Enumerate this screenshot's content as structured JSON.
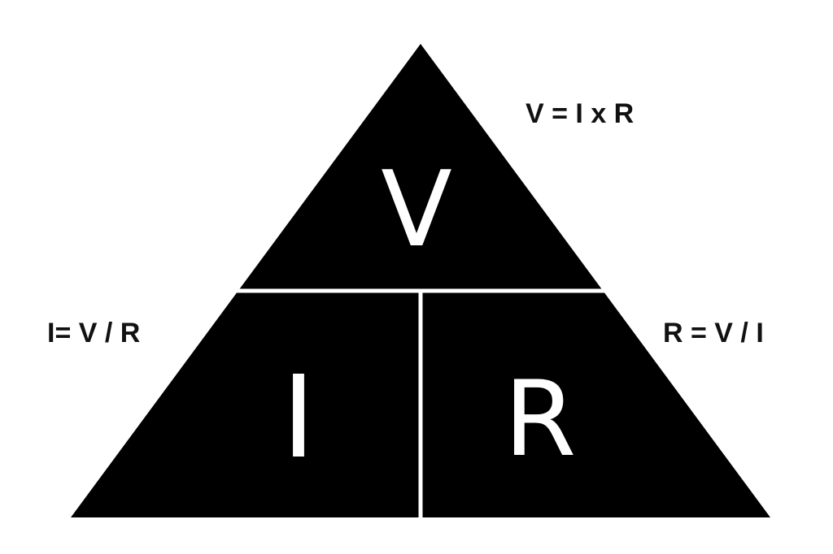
{
  "diagram": {
    "cells": {
      "top": "V",
      "bottom_left": "I",
      "bottom_right": "R"
    },
    "formulas": {
      "voltage": "V = I x R",
      "current": "I= V / R",
      "resistance": "R = V / I"
    },
    "colors": {
      "triangle_fill": "#000000",
      "divider": "#ffffff",
      "cell_text": "#ffffff",
      "formula_text": "#111111",
      "background": "#ffffff"
    }
  }
}
